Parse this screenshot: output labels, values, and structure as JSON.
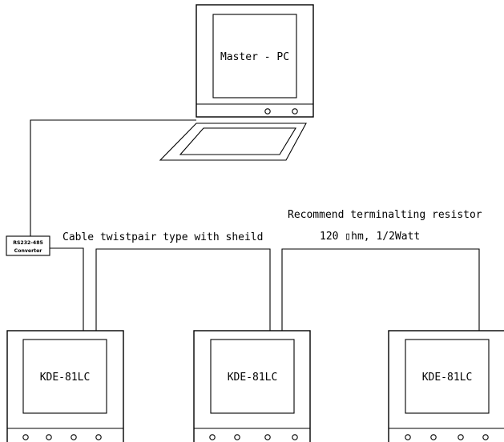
{
  "master": {
    "label": "Master - PC"
  },
  "converter": {
    "line1": "RS232-485",
    "line2": "Converter"
  },
  "cable": {
    "label": "Cable twistpair type with sheild"
  },
  "resistor": {
    "line1": "Recommend terminalting resistor",
    "line2": "120 ▯hm, 1/2Watt"
  },
  "devices": [
    {
      "label": "KDE-81LC"
    },
    {
      "label": "KDE-81LC"
    },
    {
      "label": "KDE-81LC"
    }
  ]
}
